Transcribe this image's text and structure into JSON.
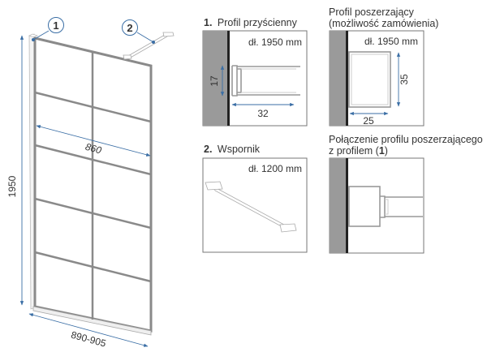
{
  "colors": {
    "frame": "#8a8a8a",
    "wall": "#9a9a9a",
    "wall_edge": "#222222",
    "dimension": "#3a6ea5",
    "box_border": "#777777",
    "text": "#333333"
  },
  "main_view": {
    "callouts": [
      {
        "number": "1"
      },
      {
        "number": "2"
      }
    ],
    "dimensions": {
      "height": "1950",
      "glass_width": "860",
      "total_width": "890-905"
    }
  },
  "details": {
    "wall_profile": {
      "number": "1.",
      "title": "Profil przyścienny",
      "length": "dł. 1950 mm",
      "dim_height": "17",
      "dim_width": "32"
    },
    "extension_profile": {
      "title_line1": "Profil poszerzający",
      "title_line2": "(możliwość zamówienia)",
      "length": "dł. 1950 mm",
      "dim_height": "35",
      "dim_width": "25"
    },
    "support_bar": {
      "number": "2.",
      "title": "Wspornik",
      "length": "dł. 1200 mm"
    },
    "connection": {
      "title_line1": "Połączenie profilu poszerzającego",
      "title_line2_prefix": "z profilem (",
      "title_line2_ref": "1",
      "title_line2_suffix": ")"
    }
  }
}
